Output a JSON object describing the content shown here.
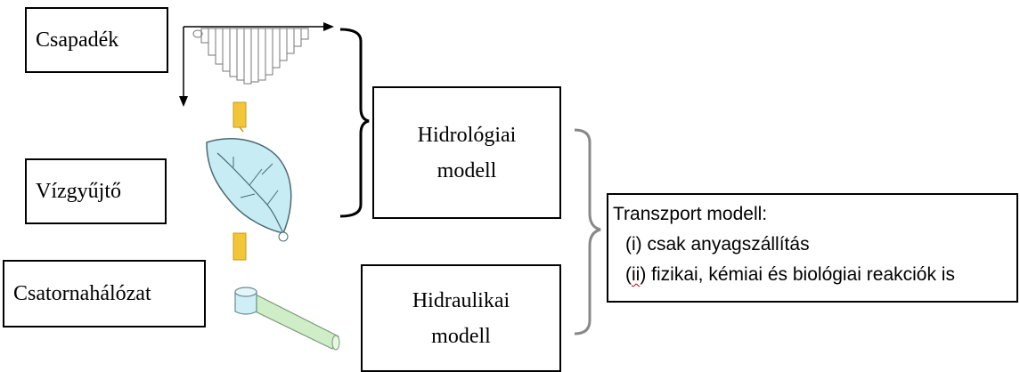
{
  "labels": {
    "precipitation": "Csapadék",
    "catchment": "Vízgyűjtő",
    "sewer_network": "Csatornahálózat"
  },
  "models": {
    "hydrologic_line1": "Hidrológiai",
    "hydrologic_line2": "modell",
    "hydraulic_line1": "Hidraulikai",
    "hydraulic_line2": "modell"
  },
  "transport": {
    "title": "Transzport modell:",
    "item1": "(i) csak anyagszállítás",
    "item2_prefix": "(",
    "item2_roman": "ii",
    "item2_rest": ") fizikai, kémiai és biológiai reakciók is"
  },
  "colors": {
    "arrow_fill": "#f3c63a",
    "catchment_fill": "#c7ecf3",
    "pipe_fill": "#cfeec7",
    "manhole_fill": "#cfeef5"
  }
}
